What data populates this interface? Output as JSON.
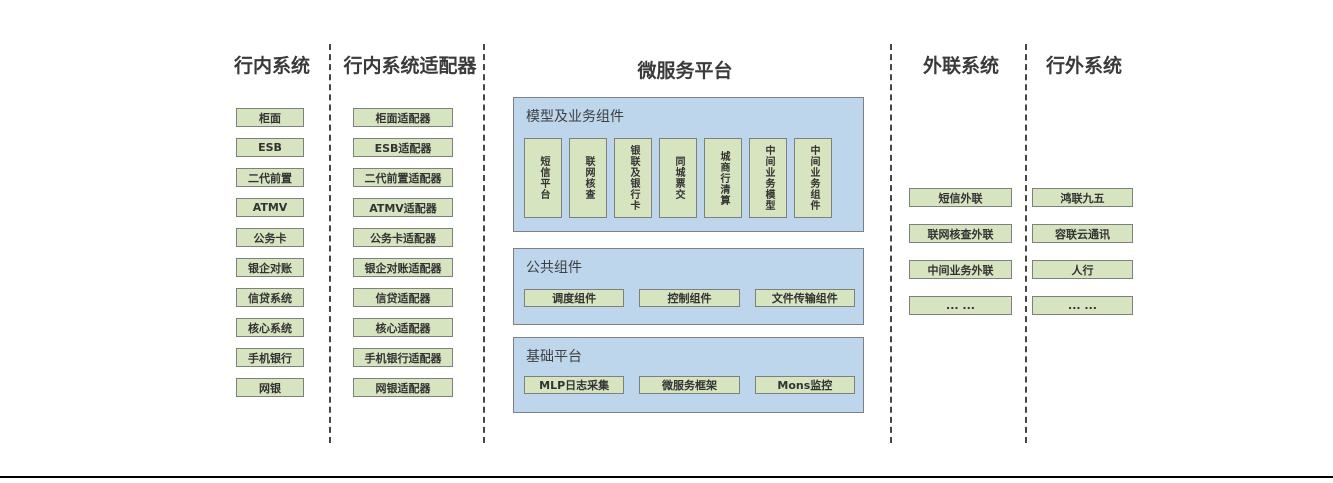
{
  "sections": {
    "internal": {
      "title": "行内系统",
      "items": [
        "柜面",
        "ESB",
        "二代前置",
        "ATMV",
        "公务卡",
        "银企对账",
        "信贷系统",
        "核心系统",
        "手机银行",
        "网银"
      ]
    },
    "adapters": {
      "title": "行内系统适配器",
      "items": [
        "柜面适配器",
        "ESB适配器",
        "二代前置适配器",
        "ATMV适配器",
        "公务卡适配器",
        "银企对账适配器",
        "信贷适配器",
        "核心适配器",
        "手机银行适配器",
        "网银适配器"
      ]
    },
    "platform": {
      "title": "微服务平台",
      "panels": [
        {
          "title": "模型及业务组件",
          "items": [
            "短信平台",
            "联网核查",
            "银联及银行卡",
            "同城票交",
            "城商行清算",
            "中间业务模型",
            "中间业务组件"
          ]
        },
        {
          "title": "公共组件",
          "items": [
            "调度组件",
            "控制组件",
            "文件传输组件"
          ]
        },
        {
          "title": "基础平台",
          "items": [
            "MLP日志采集",
            "微服务框架",
            "Mons监控"
          ]
        }
      ]
    },
    "external": {
      "title": "外联系统",
      "items": [
        "短信外联",
        "联网核查外联",
        "中间业务外联",
        "... ..."
      ]
    },
    "outside": {
      "title": "行外系统",
      "items": [
        "鸿联九五",
        "容联云通讯",
        "人行",
        "... ..."
      ]
    }
  },
  "colors": {
    "node_fill": "#d7e4c0",
    "node_border": "#7f7f7f",
    "panel_fill": "#bdd6ec",
    "panel_border": "#7f7f7f",
    "divider": "#454545",
    "baseline": "#000000",
    "heading_text": "#3a3a3a",
    "label_text": "#333333"
  }
}
